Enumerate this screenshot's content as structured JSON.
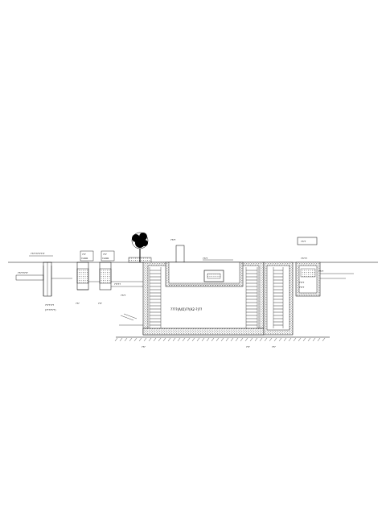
{
  "diagram": {
    "title_box": "????",
    "labels": {
      "top_left_note": "???????????",
      "left_pipe": "????????",
      "inlet_note_1": "???????",
      "inlet_note_2": "(???????)",
      "grille_1_top": "???",
      "grille_1_code": "Y-200",
      "grille_2_top": "???",
      "grille_2_code": "Y-200",
      "pump_1": "???",
      "pump_2": "???",
      "pipe_mid": "?????",
      "pipe_mid_2": "????",
      "control_box": "????",
      "tank_device": "????",
      "tank_main": "????(A/O)??(A2-?)??",
      "tank_right_top": "?????",
      "right_note_1": "????",
      "right_note_2": "????",
      "right_note_3": "????",
      "bottom_1": "???",
      "bottom_2": "???",
      "bottom_3": "???"
    }
  }
}
